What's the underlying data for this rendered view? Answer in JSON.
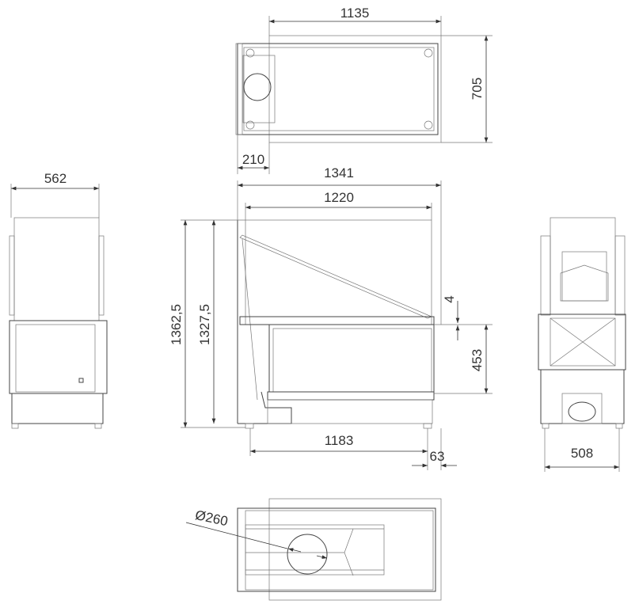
{
  "title": "Fireplace insert dimensional drawing",
  "units": "mm",
  "views": {
    "top": {
      "width": "1135",
      "depth": "705",
      "offset": "210"
    },
    "front": {
      "overall_width": "1341",
      "glass_width": "1220",
      "overall_height": "1362,5",
      "body_height": "1327,5",
      "gap": "4",
      "opening_height": "453",
      "feet_span": "1183",
      "foot_offset": "63"
    },
    "left": {
      "width": "562"
    },
    "right": {
      "width": "508"
    },
    "bottom": {
      "flue_diameter": "Ø260"
    }
  }
}
